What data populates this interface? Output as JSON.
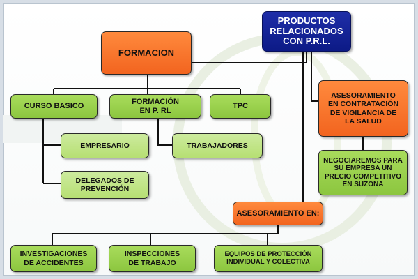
{
  "nodes": {
    "productos": "PRODUCTOS\nRELACIONADOS\nCON P.R.L.",
    "formacion": "FORMACION",
    "curso_basico": "CURSO BASICO",
    "formacion_prl": "FORMACIÓN\nEN P. RL",
    "tpc": "TPC",
    "empresario": "EMPRESARIO",
    "trabajadores": "TRABAJADORES",
    "delegados": "DELEGADOS DE\nPREVENCIÓN",
    "asesoramiento_vigilancia": "ASESORAMIENTO\nEN CONTRATACIÓN\nDE VIGILANCIA DE\nLA SALUD",
    "negociaremos": "NEGOCIAREMOS PARA\nSU EMPRESA UN\nPRECIO COMPETITIVO\nEN SUZONA",
    "asesoramiento_en": "ASESORAMIENTO EN:",
    "investigaciones": "INVESTIGACIONES\nDE ACCIDENTES",
    "inspecciones": "INSPECCIONES\nDE TRABAJO",
    "equipos": "EQUIPOS DE PROTECCIÓN\nINDIVIDUAL Y COLECTIVA"
  },
  "colors": {
    "orange": "#f2641f",
    "navy": "#0c1a86",
    "green": "#8cc63f",
    "light_green": "#b6df73"
  }
}
